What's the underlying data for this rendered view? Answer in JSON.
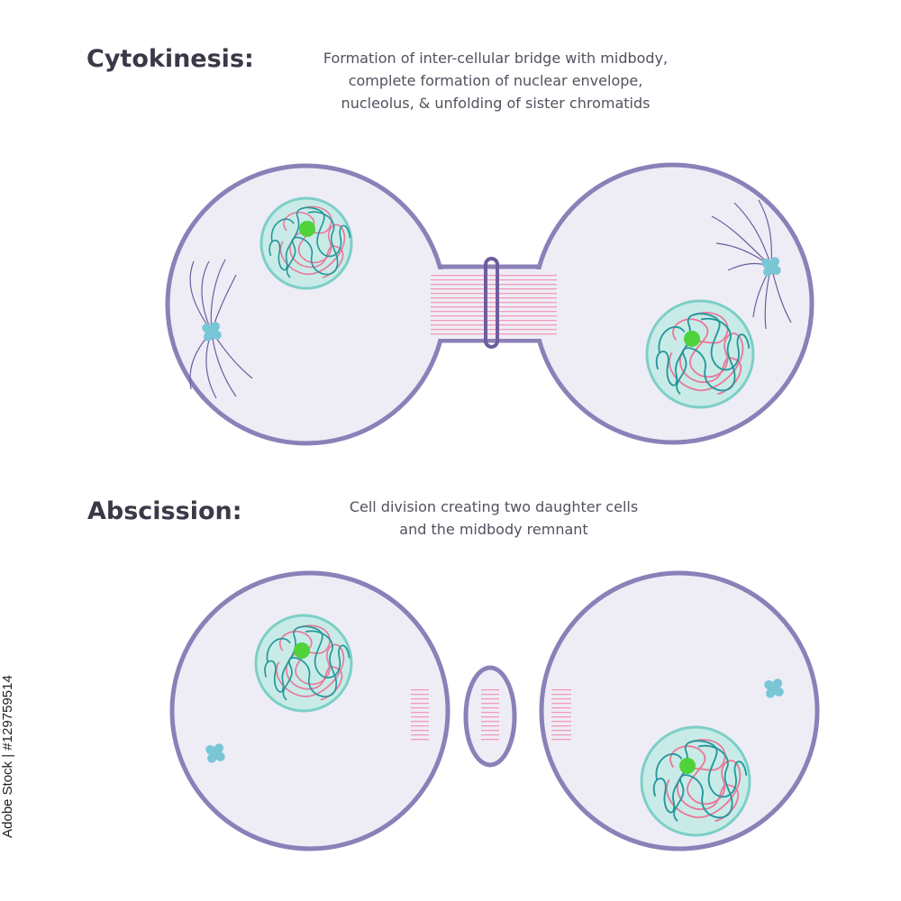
{
  "stages": [
    {
      "heading": "Cytokinesis:",
      "description_lines": [
        "Formation of inter-cellular bridge with midbody,",
        "complete formation of nuclear envelope,",
        "nucleolus, & unfolding of sister chromatids"
      ]
    },
    {
      "heading": "Abscission:",
      "description_lines": [
        "Cell division creating two daughter cells",
        "and the  midbody remnant"
      ]
    }
  ],
  "watermark": "Adobe Stock | #129759514",
  "colors": {
    "membrane": "#8c80b8",
    "cytoplasm": "#eeedf6",
    "nucleus_fill": "#c9ebe8",
    "nucleus_border": "#7ccfc6",
    "chromatin_pink": "#e9789a",
    "chromatin_teal": "#23979a",
    "nucleolus": "#4fd23a",
    "centrosome": "#79c6d6",
    "microtubule": "#6d5d9c",
    "bridge_stripes": "#f29ab7"
  }
}
